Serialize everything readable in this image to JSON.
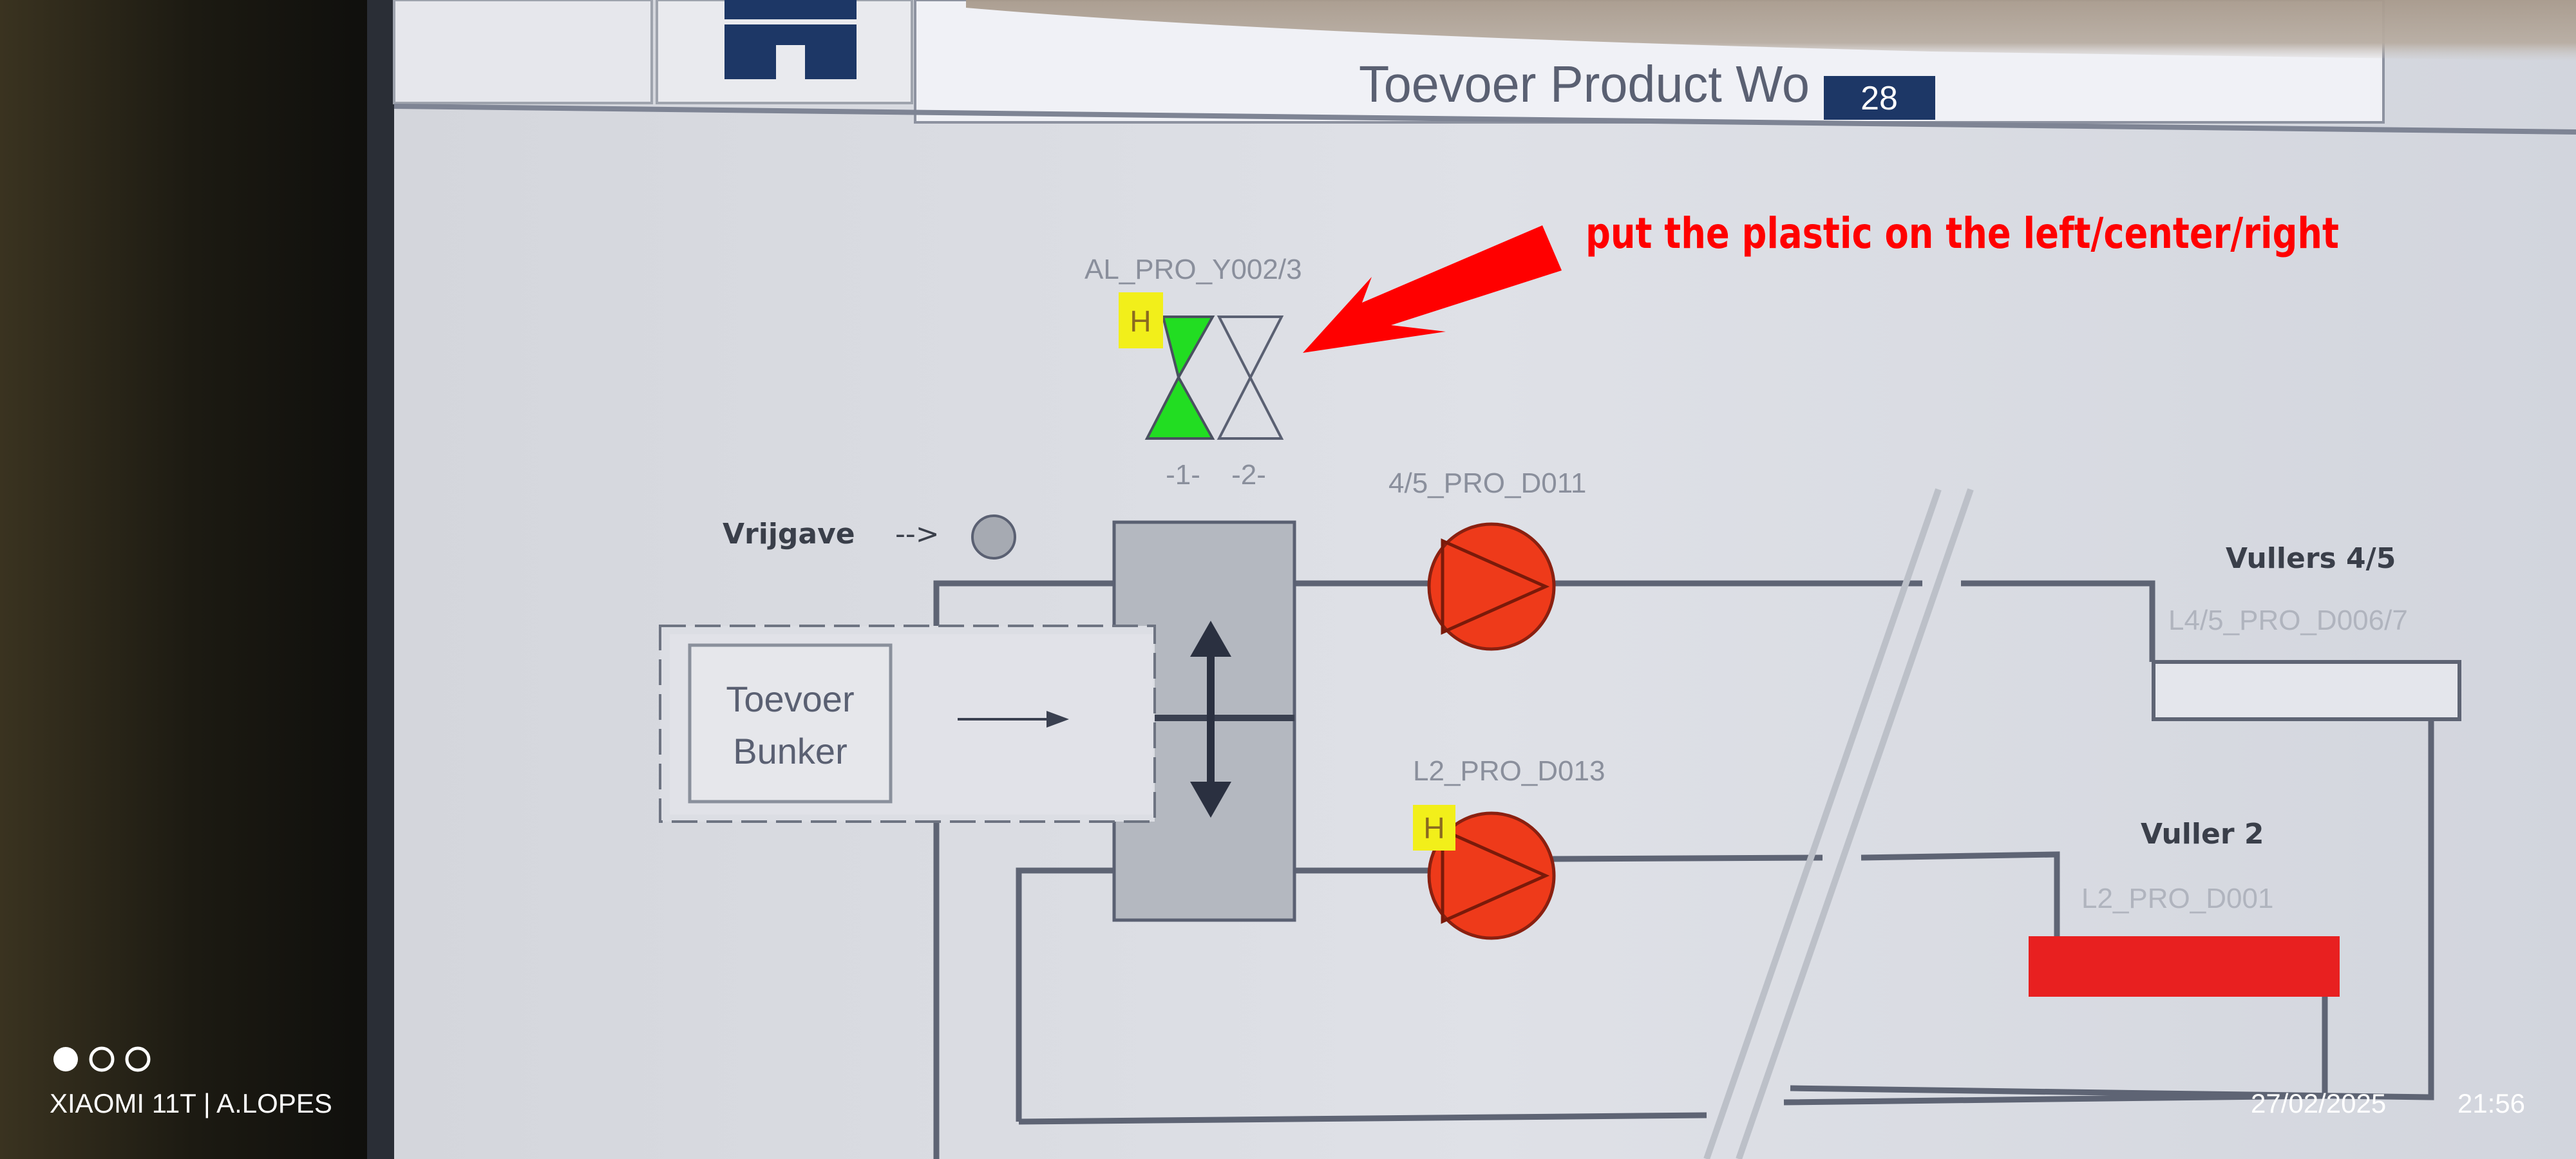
{
  "header": {
    "title": "Toevoer Product Wo",
    "badge": "28",
    "home_icon": "home-icon"
  },
  "annotation": {
    "text": "put the plastic on the left/center/right",
    "color": "#ff0000"
  },
  "valve": {
    "tag": "AL_PRO_Y002/3",
    "h_badge": "H",
    "position_1": "-1-",
    "position_2": "-2-",
    "active_color": "#22dd22"
  },
  "release": {
    "label": "Vrijgave",
    "arrow": "-->"
  },
  "bunker": {
    "label_line1": "Toevoer",
    "label_line2": "Bunker"
  },
  "pumps": [
    {
      "tag": "4/5_PRO_D011",
      "h_badge": "",
      "color": "#ee3a1a"
    },
    {
      "tag": "L2_PRO_D013",
      "h_badge": "H",
      "color": "#ee3a1a"
    }
  ],
  "fillers": [
    {
      "title": "Vullers 4/5",
      "tag": "L4/5_PRO_D006/7",
      "state_color": "#e4e6ec"
    },
    {
      "title": "Vuller 2",
      "tag": "L2_PRO_D001",
      "state_color": "#e82020"
    }
  ],
  "watermark": {
    "device": "XIAOMI 11T | A.LOPES",
    "date": "27/02/2025",
    "time": "21:56"
  }
}
